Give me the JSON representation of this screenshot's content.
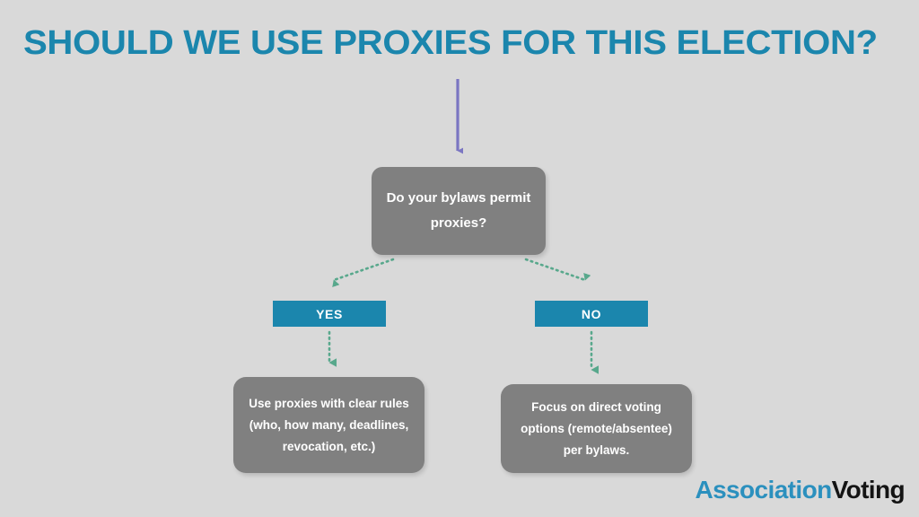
{
  "slide": {
    "title": "SHOULD WE USE PROXIES FOR THIS ELECTION?",
    "background_color": "#d9d9d9",
    "accent_color": "#1b86ad",
    "node_color": "#808080",
    "connector_color": "#58a88c",
    "entry_arrow_color": "#7b76c2"
  },
  "flow": {
    "entry_arrow": "down-arrow",
    "decision": {
      "label": "Do your bylaws permit proxies?"
    },
    "branches": [
      {
        "label": "YES",
        "name": "branch-yes"
      },
      {
        "label": "NO",
        "name": "branch-no"
      }
    ],
    "outcomes": [
      {
        "label": "Use proxies with clear rules (who, how many, deadlines, revocation, etc.)",
        "name": "outcome-yes"
      },
      {
        "label": "Focus on direct voting options (remote/absentee) per bylaws.",
        "name": "outcome-no"
      }
    ]
  },
  "logo": {
    "part_one": "Association",
    "part_two": "Voting",
    "part_one_color": "#2b90be",
    "part_two_color": "#141414"
  }
}
